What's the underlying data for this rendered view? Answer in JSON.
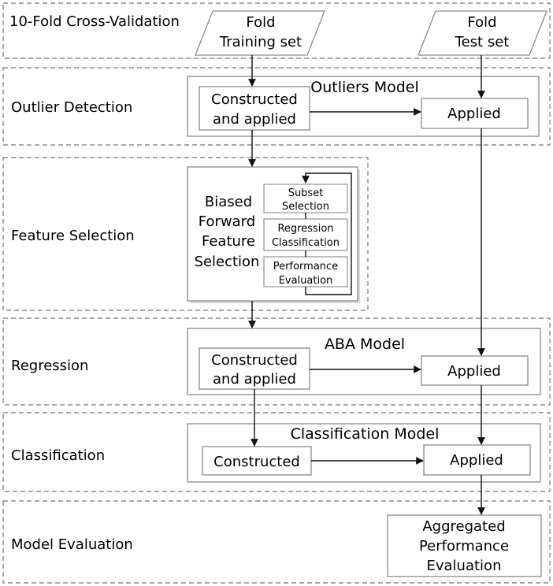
{
  "stages": {
    "cv": "10-Fold Cross-Validation",
    "outlier": "Outlier Detection",
    "feature": "Feature Selection",
    "regression": "Regression",
    "classification": "Classification",
    "evaluation": "Model Evaluation"
  },
  "inputs": {
    "training": [
      "Fold",
      "Training set"
    ],
    "test": [
      "Fold",
      "Test set"
    ]
  },
  "outliers": {
    "title": "Outliers Model",
    "constructed": [
      "Constructed",
      "and applied"
    ],
    "applied": "Applied"
  },
  "feature_selection": {
    "method": [
      "Biased",
      "Forward",
      "Feature",
      "Selection"
    ],
    "subset": [
      "Subset",
      "Selection"
    ],
    "regclass": [
      "Regression",
      "Classification"
    ],
    "perf": [
      "Performance",
      "Evaluation"
    ]
  },
  "aba": {
    "title": "ABA Model",
    "constructed": [
      "Constructed",
      "and applied"
    ],
    "applied": "Applied"
  },
  "classification_model": {
    "title": "Classification Model",
    "constructed": "Constructed",
    "applied": "Applied"
  },
  "final": [
    "Aggregated",
    "Performance",
    "Evaluation"
  ]
}
